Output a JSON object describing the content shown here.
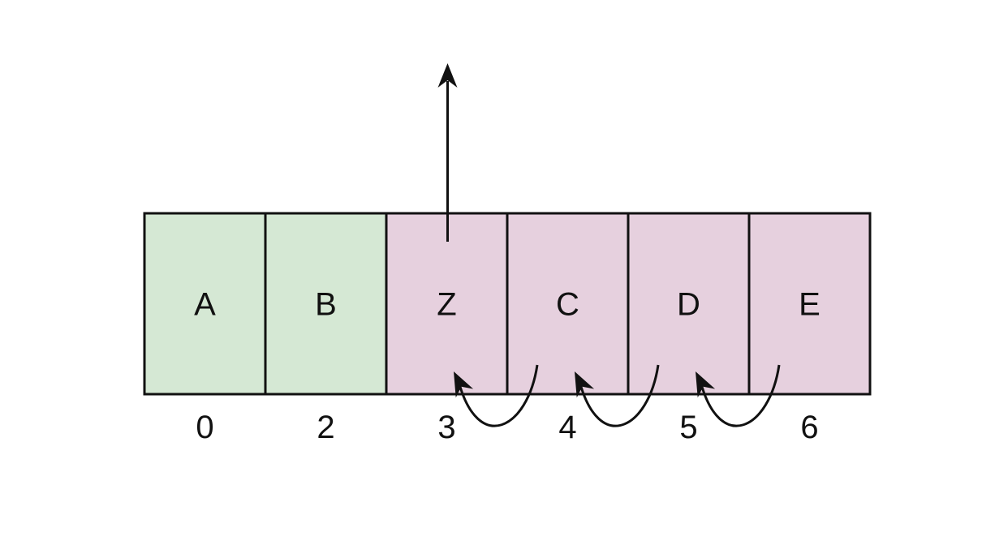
{
  "array": {
    "cells": [
      {
        "label": "A",
        "index": "0",
        "color": "#d5e8d4"
      },
      {
        "label": "B",
        "index": "2",
        "color": "#d5e8d4"
      },
      {
        "label": "Z",
        "index": "3",
        "color": "#e6d0de"
      },
      {
        "label": "C",
        "index": "4",
        "color": "#e6d0de"
      },
      {
        "label": "D",
        "index": "5",
        "color": "#e6d0de"
      },
      {
        "label": "E",
        "index": "6",
        "color": "#e6d0de"
      }
    ],
    "border_color": "#111111"
  },
  "arrows": {
    "removed_from_cell": 2,
    "shifts": [
      {
        "from_cell": 3,
        "to_cell": 2
      },
      {
        "from_cell": 4,
        "to_cell": 3
      },
      {
        "from_cell": 5,
        "to_cell": 4
      }
    ]
  }
}
